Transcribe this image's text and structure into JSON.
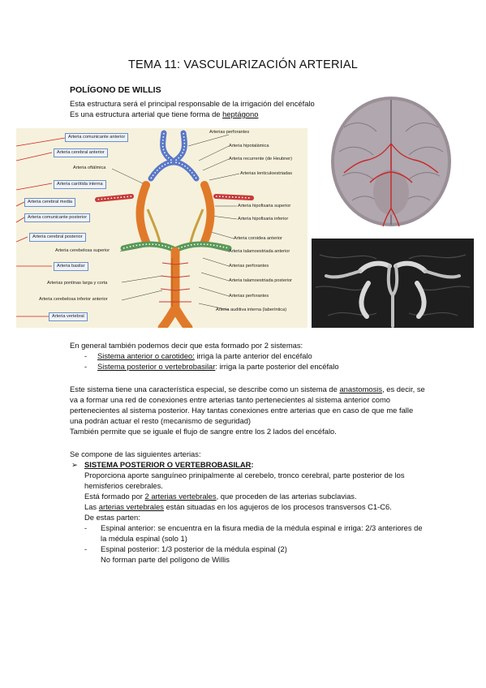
{
  "title": "TEMA 11: VASCULARIZACIÓN ARTERIAL",
  "section_heading": "POLÍGONO DE WILLIS",
  "intro": {
    "line1": "Esta estructura será el principal responsable de la irrigación del encéfalo",
    "line2_prefix": "Es una estructura arterial que tiene forma de ",
    "line2_underlined": "heptágono"
  },
  "diagram": {
    "boxed_labels": [
      "Arteria comunicante anterior",
      "Arteria cerebral anterior",
      "Arteria carótida interna",
      "Arteria cerebral media",
      "Arteria comunicante posterior",
      "Arteria cerebral posterior",
      "Arteria basilar",
      "Arteria vertebral"
    ],
    "left_labels": [
      "Arteria oftálmica",
      "Arteria cerebelosa superior",
      "Arterias pontinas larga y corta",
      "Arteria cerebelosa inferior anterior"
    ],
    "right_labels": [
      "Arterias perforantes",
      "Arteria hipotalámica",
      "Arteria recurrente (de Heubner)",
      "Arterias lenticuloestriadas",
      "Arteria hipofisaria superior",
      "Arteria hipofisaria inferior",
      "Arteria coroidea anterior",
      "Arteria talamoestriada anterior",
      "Arterias perforantes",
      "Arteria talamoestriada posterior",
      "Arterias perforantes",
      "Arteria auditiva interna (laberíntica)"
    ]
  },
  "systems": {
    "intro": "En general también podemos decir que esta formado por 2 sistemas:",
    "items": [
      {
        "underlined": "Sistema anterior o carotideo:",
        "rest": " irriga la parte anterior del encéfalo"
      },
      {
        "underlined": "Sistema posterior o vertebrobasilar",
        "rest": ": irriga la parte posterior del encéfalo"
      }
    ]
  },
  "anastomosis": {
    "prefix": "Este sistema tiene una característica especial, se describe como un sistema de ",
    "underlined": "anastomosis",
    "suffix": ", es decir, se va a formar una red de conexiones entre arterias tanto pertenecientes al sistema anterior como pertenecientes al sistema posterior. Hay tantas conexiones entre arterias que en caso de que me falle una podrán actuar el resto (mecanismo de seguridad)",
    "last_line": "También permite que se iguale el flujo de sangre entre los 2 lados del encéfalo."
  },
  "composition": {
    "intro": "Se compone de las siguientes arterias:",
    "bullet_symbol": "➢",
    "dash_symbol": "-",
    "heading": "SISTEMA POSTERIOR O VERTEBROBASILAR",
    "heading_suffix": ":",
    "p1": "Proporciona aporte sanguíneo prinipalmente al cerebelo, tronco cerebral, parte posterior de los hemisferios cerebrales.",
    "p2_prefix": "Está formado por ",
    "p2_underlined": "2 arterias vertebrales",
    "p2_suffix": ", que proceden de las arterias subclavias.",
    "p3_prefix": "Las ",
    "p3_underlined": "arterias vertebrales",
    "p3_suffix": " están situadas en los agujeros de los procesos transversos C1-C6.",
    "p4": "De estas parten:",
    "sub_items": [
      {
        "text": "Espinal anterior: se encuentra en la fisura media de la médula espinal e irriga: 2/3 anteriores de la médula espinal (solo 1)"
      },
      {
        "text": "Espinal posterior: 1/3 posterior de la médula espinal (2)",
        "note": "No forman parte del polígono de Willis"
      }
    ]
  }
}
